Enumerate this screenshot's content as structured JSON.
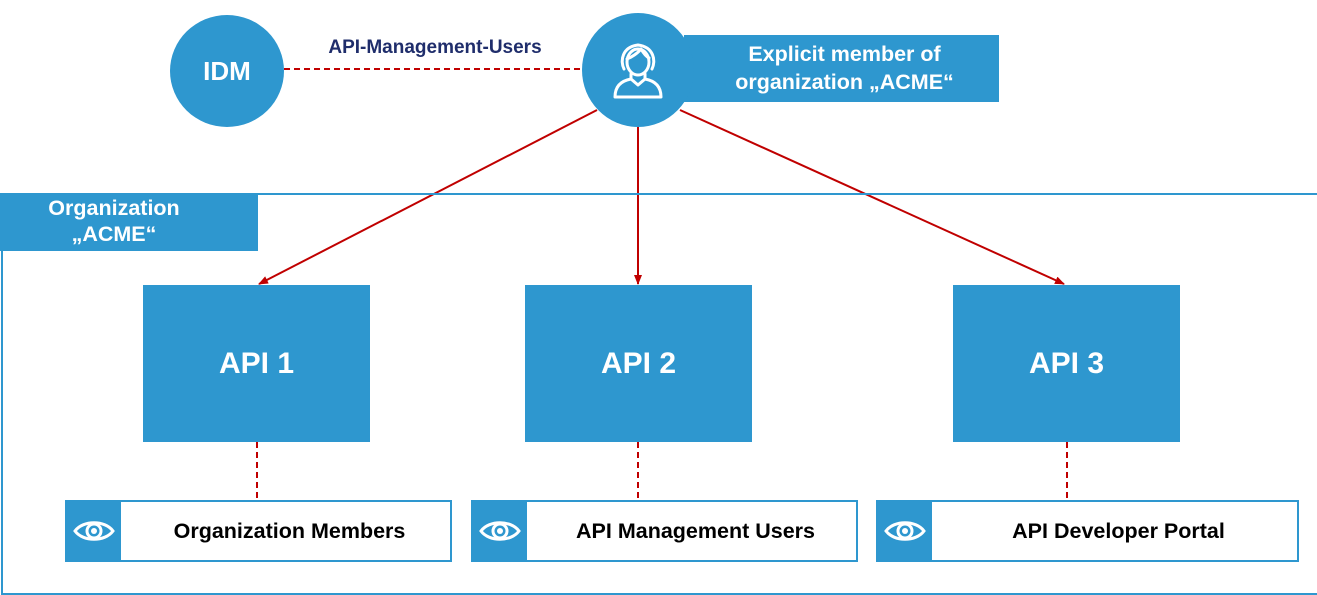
{
  "idm": {
    "label": "IDM"
  },
  "user": {
    "icon": "female-user-icon",
    "role_line1": "Explicit member of",
    "role_line2": "organization „ACME“"
  },
  "link_label": "API-Management-Users",
  "organization": {
    "label_line1": "Organization",
    "label_line2": "„ACME“"
  },
  "apis": [
    {
      "label": "API 1",
      "view_label": "Organization Members",
      "view_icon": "eye-icon"
    },
    {
      "label": "API 2",
      "view_label": "API Management Users",
      "view_icon": "eye-icon"
    },
    {
      "label": "API 3",
      "view_label": "API Developer Portal",
      "view_icon": "eye-icon"
    }
  ],
  "colors": {
    "node_fill": "#2e97cf",
    "arrow": "#c00000",
    "link_text": "#1f2d6b"
  }
}
